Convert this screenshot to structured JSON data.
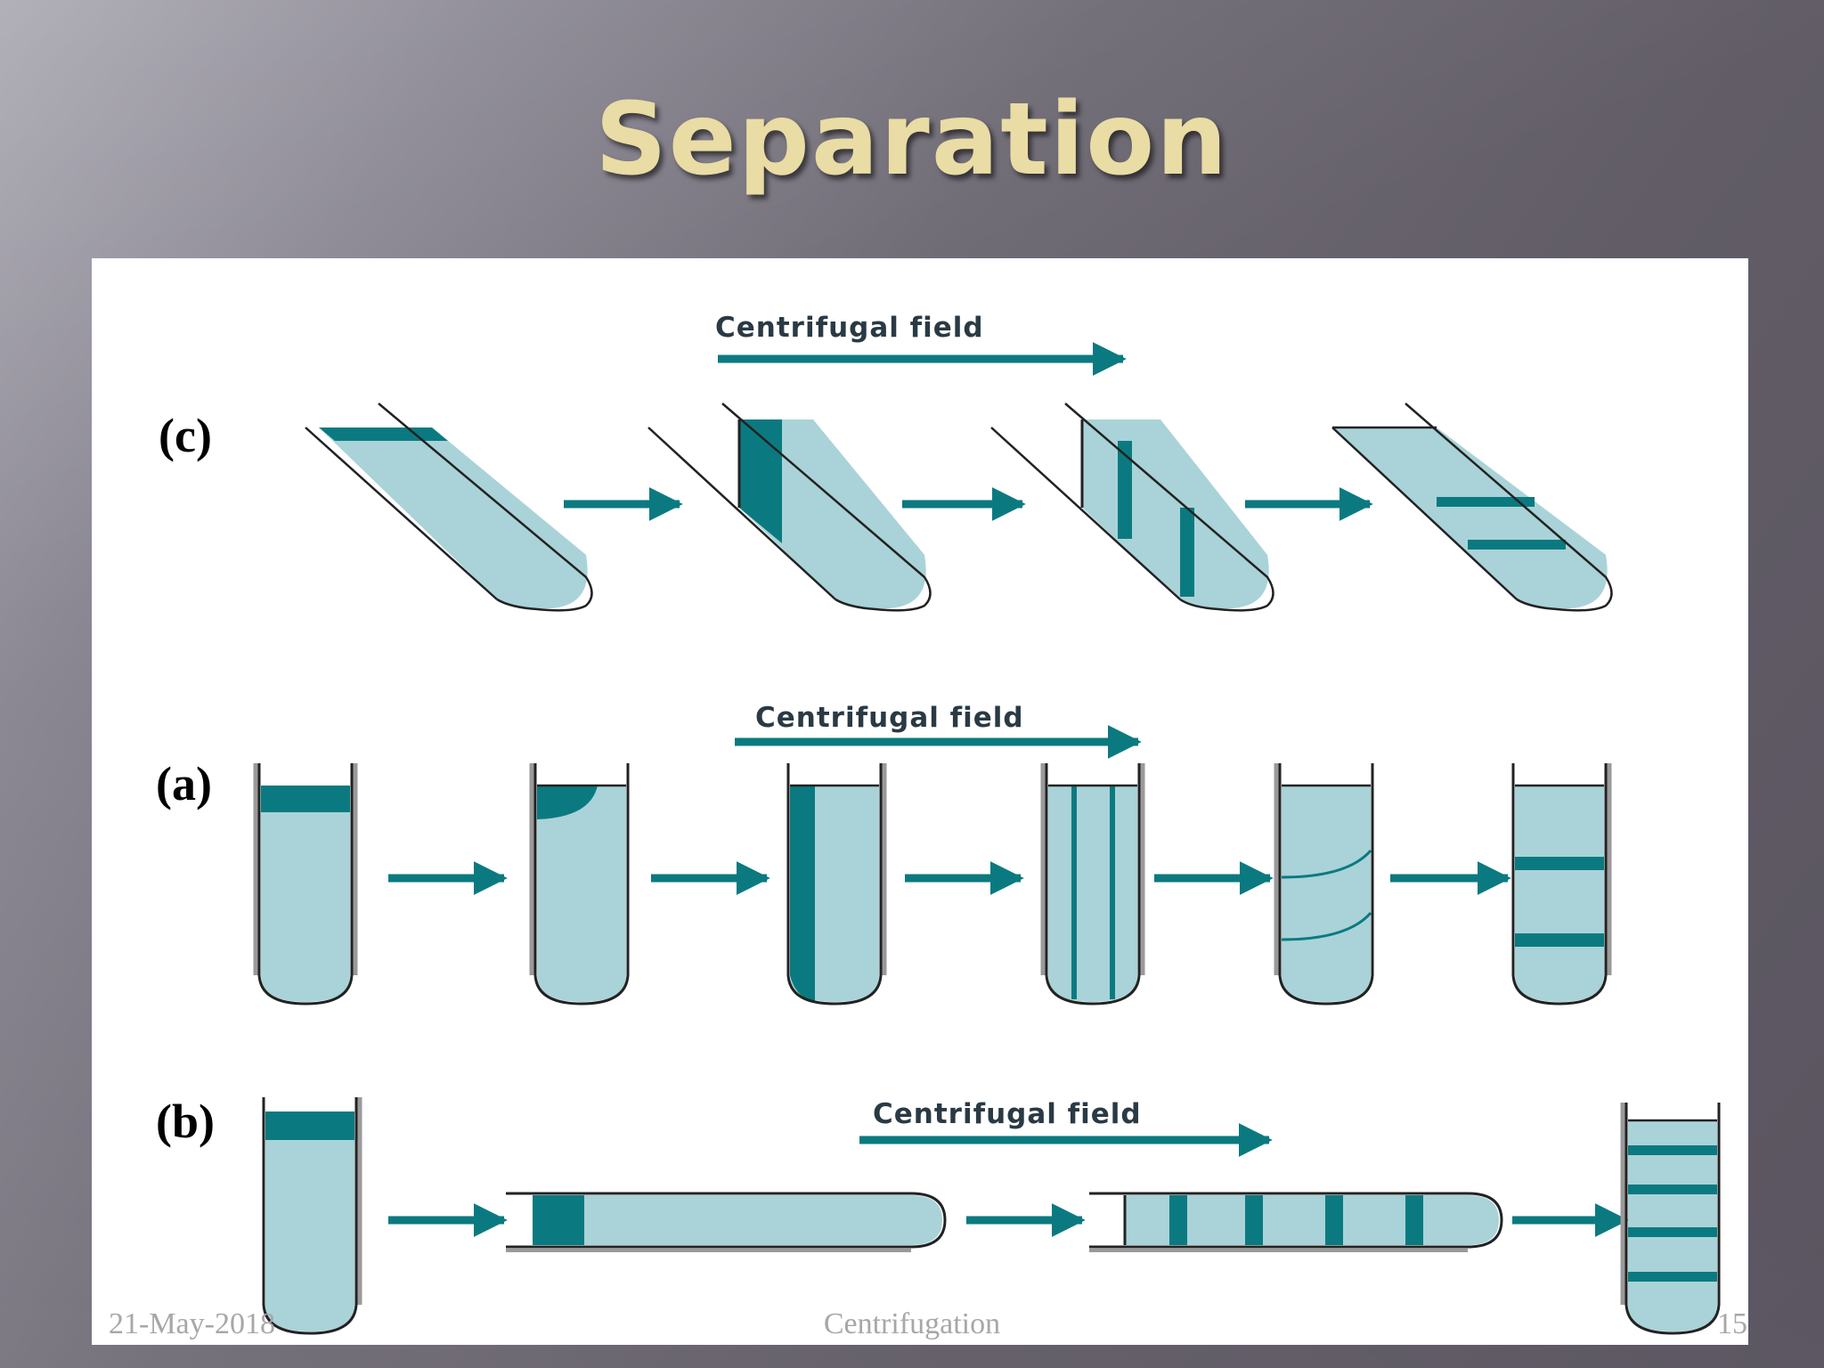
{
  "slide": {
    "title": "Separation"
  },
  "figure": {
    "field_label": "Centrifugal field",
    "rows": [
      {
        "label": "(c)",
        "tube_count": 4
      },
      {
        "label": "(a)",
        "tube_count": 6
      },
      {
        "label": "(b)",
        "tube_count": 4
      }
    ],
    "colors": {
      "liquid": "#a9d3d8",
      "band": "#0b7a80",
      "arrow": "#0b7a80",
      "tube_wall": "#222222"
    }
  },
  "footer": {
    "date": "21-May-2018",
    "title": "Centrifugation",
    "page": "15"
  }
}
